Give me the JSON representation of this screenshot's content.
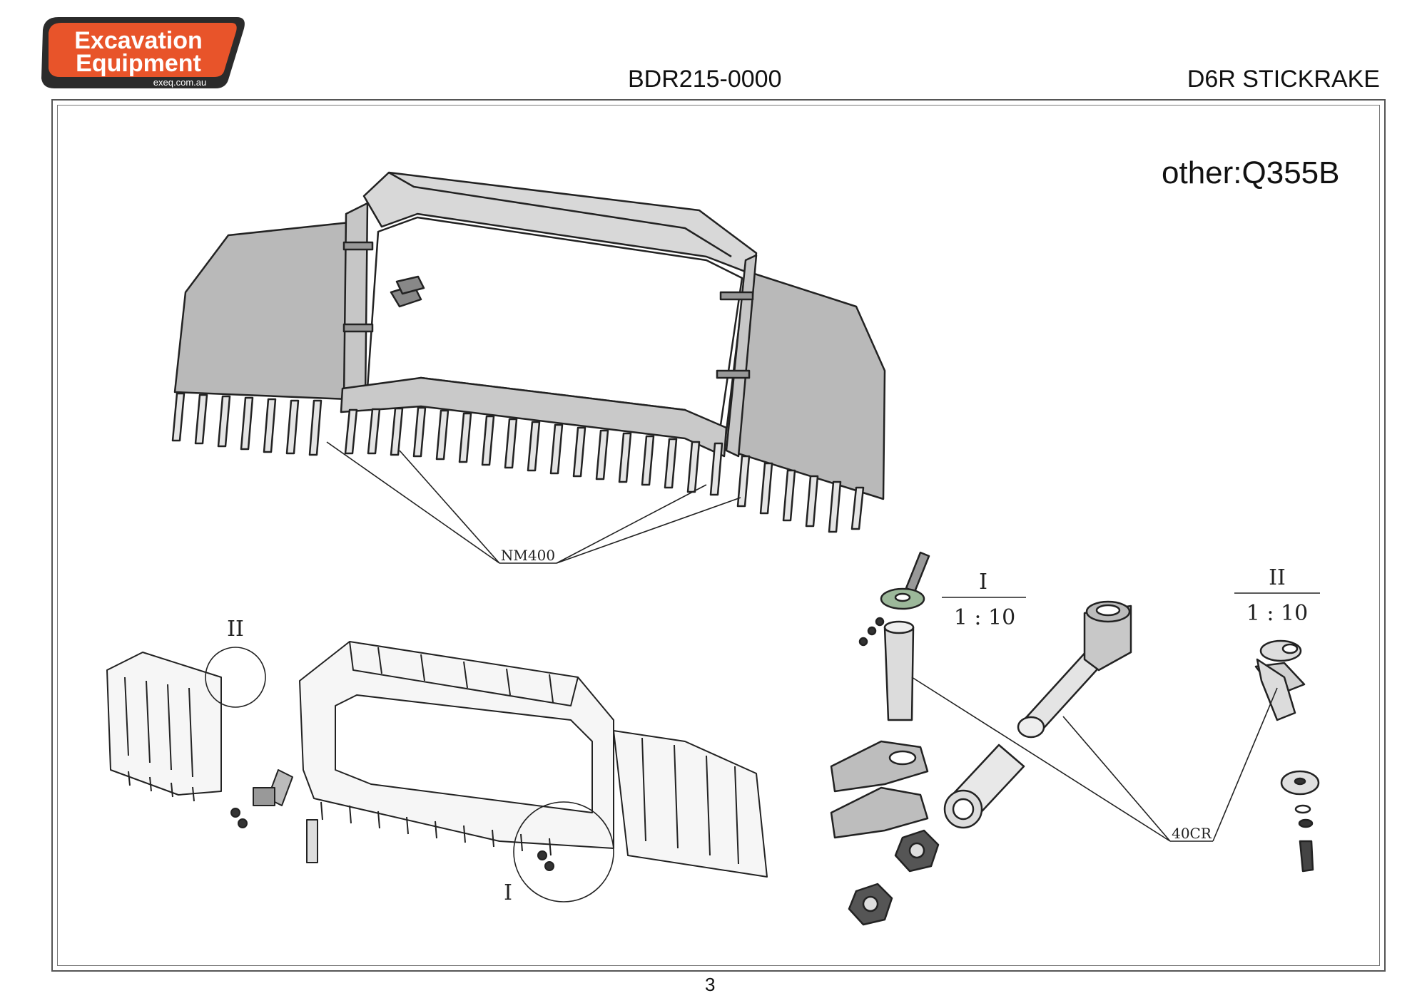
{
  "header": {
    "logo": {
      "line1": "Excavation",
      "line2": "Equipment",
      "website": "exeq.com.au",
      "colors": {
        "orange": "#e8542a",
        "dark": "#2b2b2b"
      }
    },
    "part_number": "BDR215-0000",
    "product_name": "D6R STICKRAKE"
  },
  "drawing": {
    "material_note": "other:Q355B",
    "labels": {
      "teeth_material": "NM400",
      "pin_material": "40CR",
      "detail_1_marker": "I",
      "detail_2_marker": "II"
    },
    "detail_views": [
      {
        "marker": "I",
        "scale": "1 : 10"
      },
      {
        "marker": "II",
        "scale": "1 : 10"
      }
    ]
  },
  "footer": {
    "page_number": "3"
  }
}
